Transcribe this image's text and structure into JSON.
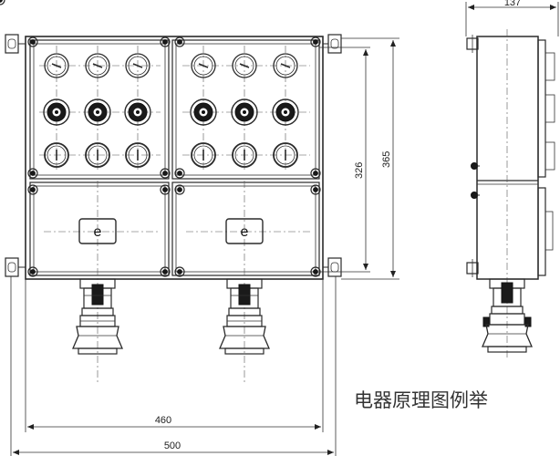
{
  "caption": "电器原理图例举",
  "dimensions": {
    "height_inner": "326",
    "height_outer": "365",
    "width_inner": "460",
    "width_outer": "500",
    "depth": "137"
  },
  "panel_marks": {
    "left": "e",
    "right": "e"
  },
  "button_rows": [
    "indicator-lamp",
    "push-button",
    "selector-switch"
  ]
}
